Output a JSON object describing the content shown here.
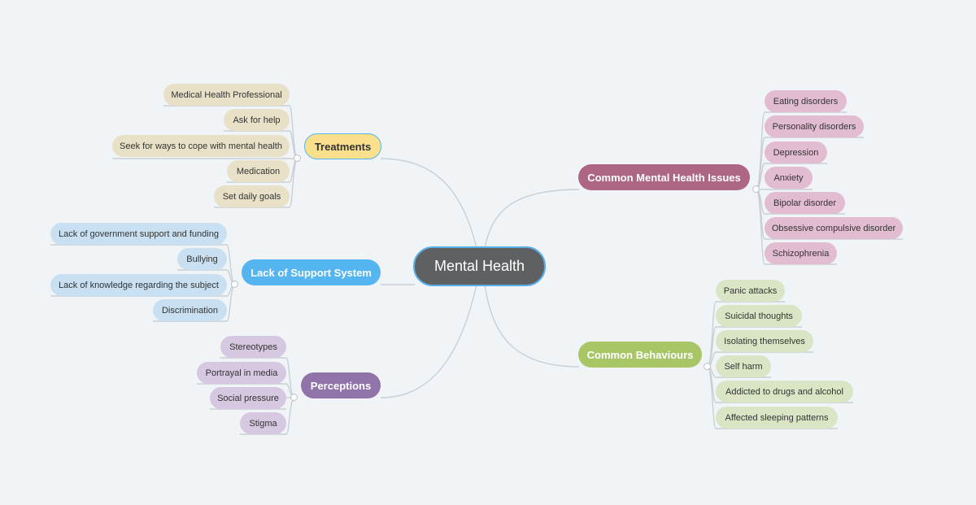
{
  "central_topic": "Mental Health",
  "branches": {
    "treatments": {
      "label": "Treatments",
      "color": "#fadf8c",
      "leaf_color": "#e8e1c8",
      "items": [
        "Medical Health Professional",
        "Ask for help",
        "Seek for ways to cope with mental health",
        "Medication",
        "Set daily goals"
      ]
    },
    "support": {
      "label": "Lack of Support System",
      "color": "#55b5f1",
      "leaf_color": "#c8e0f1",
      "items": [
        "Lack of government support and funding",
        "Bullying",
        "Lack of knowledge regarding the subject",
        "Discrimination"
      ]
    },
    "perceptions": {
      "label": "Perceptions",
      "color": "#9073a9",
      "leaf_color": "#d6c8e0",
      "items": [
        "Stereotypes",
        "Portrayal in media",
        "Social pressure",
        "Stigma"
      ]
    },
    "issues": {
      "label": "Common Mental Health Issues",
      "color": "#ad6683",
      "leaf_color": "#e2bcd0",
      "items": [
        "Eating disorders",
        "Personality disorders",
        "Depression",
        "Anxiety",
        "Bipolar disorder",
        "Obsessive compulsive disorder",
        "Schizophrenia"
      ]
    },
    "behaviours": {
      "label": "Common Behaviours",
      "color": "#a8c666",
      "leaf_color": "#dae5c6",
      "items": [
        "Panic attacks",
        "Suicidal thoughts",
        "Isolating themselves",
        "Self harm",
        "Addicted to drugs and alcohol",
        "Affected sleeping patterns"
      ]
    }
  }
}
